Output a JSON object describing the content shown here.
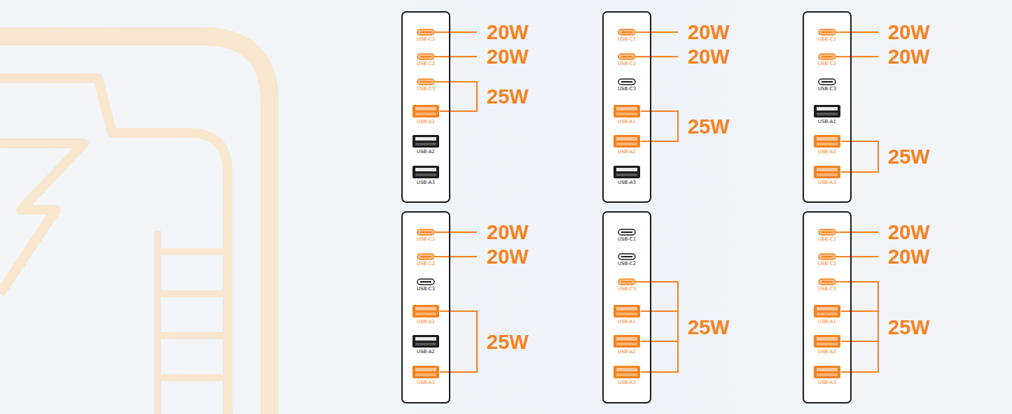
{
  "diagram": {
    "nodes": [
      {
        "text": [
          "USB-C1",
          "USB-C2",
          "USB-C3",
          "USB-A1",
          "USB-A2",
          "USB-A3"
        ]
      },
      {
        "text": [
          "USB-C1",
          "USB-C2",
          "USB-C3",
          "USB-A1",
          "USB-A2",
          "USB-A3"
        ]
      },
      {
        "text": [
          "USB-C1",
          "USB-C2",
          "USB-C3",
          "USB-A1",
          "USB-A2",
          "USB-A3"
        ]
      },
      {
        "text": [
          "USB-C1",
          "USB-C2",
          "USB-C3",
          "USB-A1",
          "USB-A2",
          "USB-A3"
        ]
      },
      {
        "text": [
          "USB-C1",
          "USB-C2",
          "USB-C3",
          "USB-A1",
          "USB-A2",
          "USB-A3"
        ]
      },
      {
        "text": [
          "USB-C1",
          "USB-C2",
          "USB-C3",
          "USB-A1",
          "USB-A2",
          "USB-A3"
        ]
      }
    ],
    "labels": [
      "20W",
      "20W",
      "25W",
      "20W",
      "20W",
      "25W",
      "20W",
      "20W",
      "25W",
      "20W",
      "20W",
      "25W",
      "25W",
      "20W",
      "20W",
      "25W"
    ]
  }
}
